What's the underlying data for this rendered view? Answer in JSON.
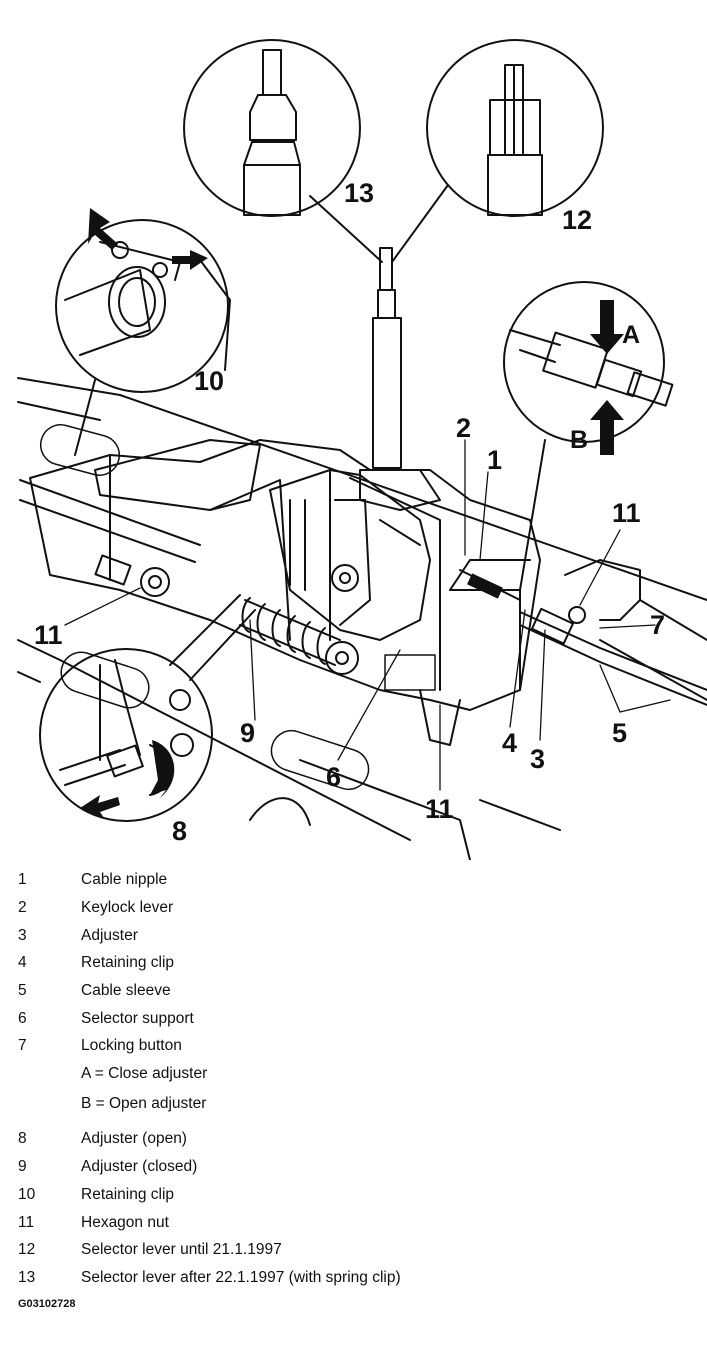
{
  "callouts": {
    "c1": "1",
    "c2": "2",
    "c3": "3",
    "c4": "4",
    "c5": "5",
    "c6": "6",
    "c7": "7",
    "c8": "8",
    "c9": "9",
    "c10": "10",
    "c11a": "11",
    "c11b": "11",
    "c11c": "11",
    "c12": "12",
    "c13": "13",
    "letterA": "A",
    "letterB": "B"
  },
  "legend": [
    {
      "num": "1",
      "text": "Cable nipple"
    },
    {
      "num": "2",
      "text": "Keylock lever"
    },
    {
      "num": "3",
      "text": "Adjuster"
    },
    {
      "num": "4",
      "text": "Retaining clip"
    },
    {
      "num": "5",
      "text": "Cable sleeve"
    },
    {
      "num": "6",
      "text": "Selector support"
    },
    {
      "num": "7",
      "text": "Locking button"
    },
    {
      "num": "",
      "text": "A = Close adjuster"
    },
    {
      "num": "",
      "text": "B = Open adjuster"
    },
    {
      "num": "8",
      "text": "Adjuster (open)"
    },
    {
      "num": "9",
      "text": "Adjuster (closed)"
    },
    {
      "num": "10",
      "text": "Retaining clip"
    },
    {
      "num": "11",
      "text": "Hexagon nut"
    },
    {
      "num": "12",
      "text": "Selector lever until 21.1.1997"
    },
    {
      "num": "13",
      "text": "Selector lever after 22.1.1997 (with spring clip)"
    }
  ],
  "figure_id": "G03102728"
}
